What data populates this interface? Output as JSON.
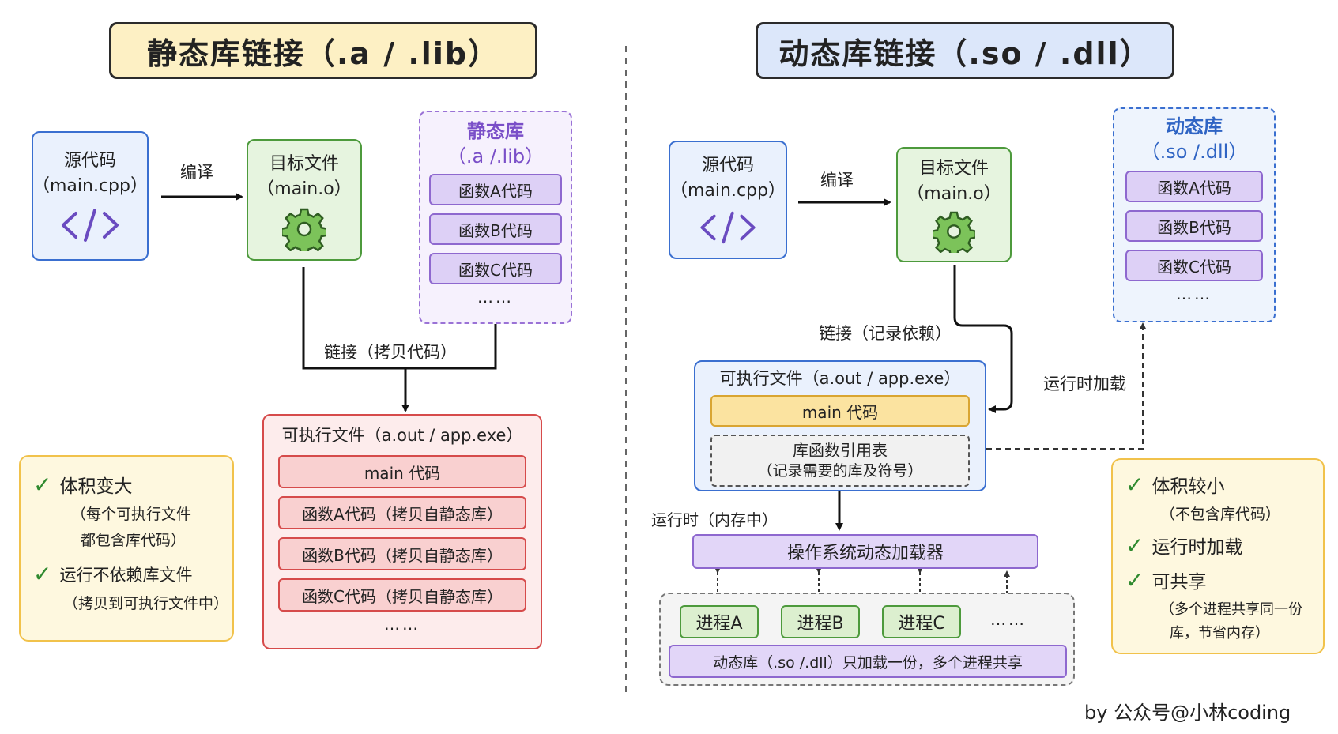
{
  "static": {
    "title": "静态库链接（.a / .lib）",
    "source": {
      "line1": "源代码",
      "line2": "（main.cpp）"
    },
    "compile_label": "编译",
    "object": {
      "line1": "目标文件",
      "line2": "（main.o）"
    },
    "library": {
      "title": "静态库",
      "subtitle": "（.a /.lib）",
      "items": [
        "函数A代码",
        "函数B代码",
        "函数C代码"
      ],
      "more": "……"
    },
    "link_label": "链接（拷贝代码）",
    "executable": {
      "title": "可执行文件（a.out / app.exe）",
      "items": [
        "main 代码",
        "函数A代码（拷贝自静态库）",
        "函数B代码（拷贝自静态库）",
        "函数C代码（拷贝自静态库）"
      ],
      "more": "……"
    },
    "notes": [
      {
        "main": "体积变大",
        "sub": [
          "（每个可执行文件",
          "都包含库代码）"
        ]
      },
      {
        "main": "运行不依赖库文件",
        "sub": [
          "（拷贝到可执行文件中）"
        ]
      }
    ]
  },
  "dynamic": {
    "title": "动态库链接（.so / .dll）",
    "source": {
      "line1": "源代码",
      "line2": "（main.cpp）"
    },
    "compile_label": "编译",
    "object": {
      "line1": "目标文件",
      "line2": "（main.o）"
    },
    "library": {
      "title": "动态库",
      "subtitle": "（.so /.dll）",
      "items": [
        "函数A代码",
        "函数B代码",
        "函数C代码"
      ],
      "more": "……"
    },
    "link_label": "链接（记录依赖）",
    "load_label": "运行时加载",
    "executable": {
      "title": "可执行文件（a.out / app.exe）",
      "main_code": "main 代码",
      "ref_table": {
        "line1": "库函数引用表",
        "line2": "（记录需要的库及符号）"
      }
    },
    "runtime_label": "运行时（内存中）",
    "loader": "操作系统动态加载器",
    "processes": [
      "进程A",
      "进程B",
      "进程C"
    ],
    "process_more": "……",
    "shared_note": "动态库（.so /.dll）只加载一份，多个进程共享",
    "notes": [
      {
        "main": "体积较小",
        "sub": [
          "（不包含库代码）"
        ]
      },
      {
        "main": "运行时加载",
        "sub": []
      },
      {
        "main": "可共享",
        "sub": [
          "（多个进程共享同一份",
          "库，节省内存）"
        ]
      }
    ]
  },
  "credit": "by 公众号@小林coding",
  "colors": {
    "static_title_bg": "#fdf0c4",
    "dynamic_title_bg": "#dce7fa",
    "check": "#2f8a2f",
    "source_border": "#3a6fd0",
    "object_border": "#4d9a3c",
    "exe_static_border": "#d64b4b",
    "static_lib_border": "#9a72d6"
  },
  "icons": {
    "code": "code-brackets-icon",
    "gear": "gear-icon",
    "check": "check-icon"
  }
}
